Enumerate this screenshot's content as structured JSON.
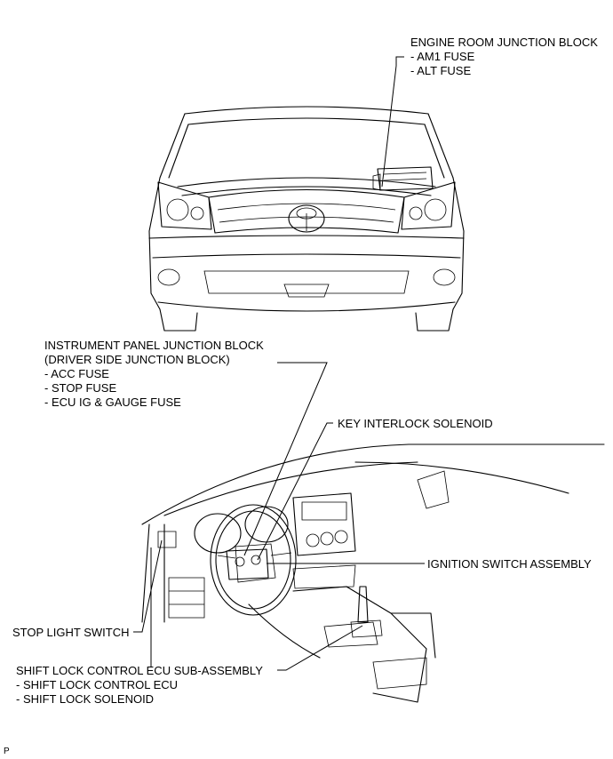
{
  "labels": {
    "engine_room": {
      "title": "ENGINE ROOM JUNCTION BLOCK",
      "items": [
        "- AM1 FUSE",
        "- ALT FUSE"
      ]
    },
    "instrument_panel": {
      "title": "INSTRUMENT PANEL JUNCTION BLOCK",
      "subtitle": "(DRIVER SIDE JUNCTION BLOCK)",
      "items": [
        "- ACC FUSE",
        "- STOP FUSE",
        "- ECU IG & GAUGE FUSE"
      ]
    },
    "key_interlock": "KEY INTERLOCK SOLENOID",
    "ignition_switch": "IGNITION SWITCH ASSEMBLY",
    "stop_light": "STOP LIGHT SWITCH",
    "shift_lock": {
      "title": "SHIFT LOCK CONTROL ECU SUB-ASSEMBLY",
      "items": [
        "- SHIFT LOCK CONTROL ECU",
        "- SHIFT LOCK SOLENOID"
      ]
    }
  },
  "corner_mark": "P"
}
